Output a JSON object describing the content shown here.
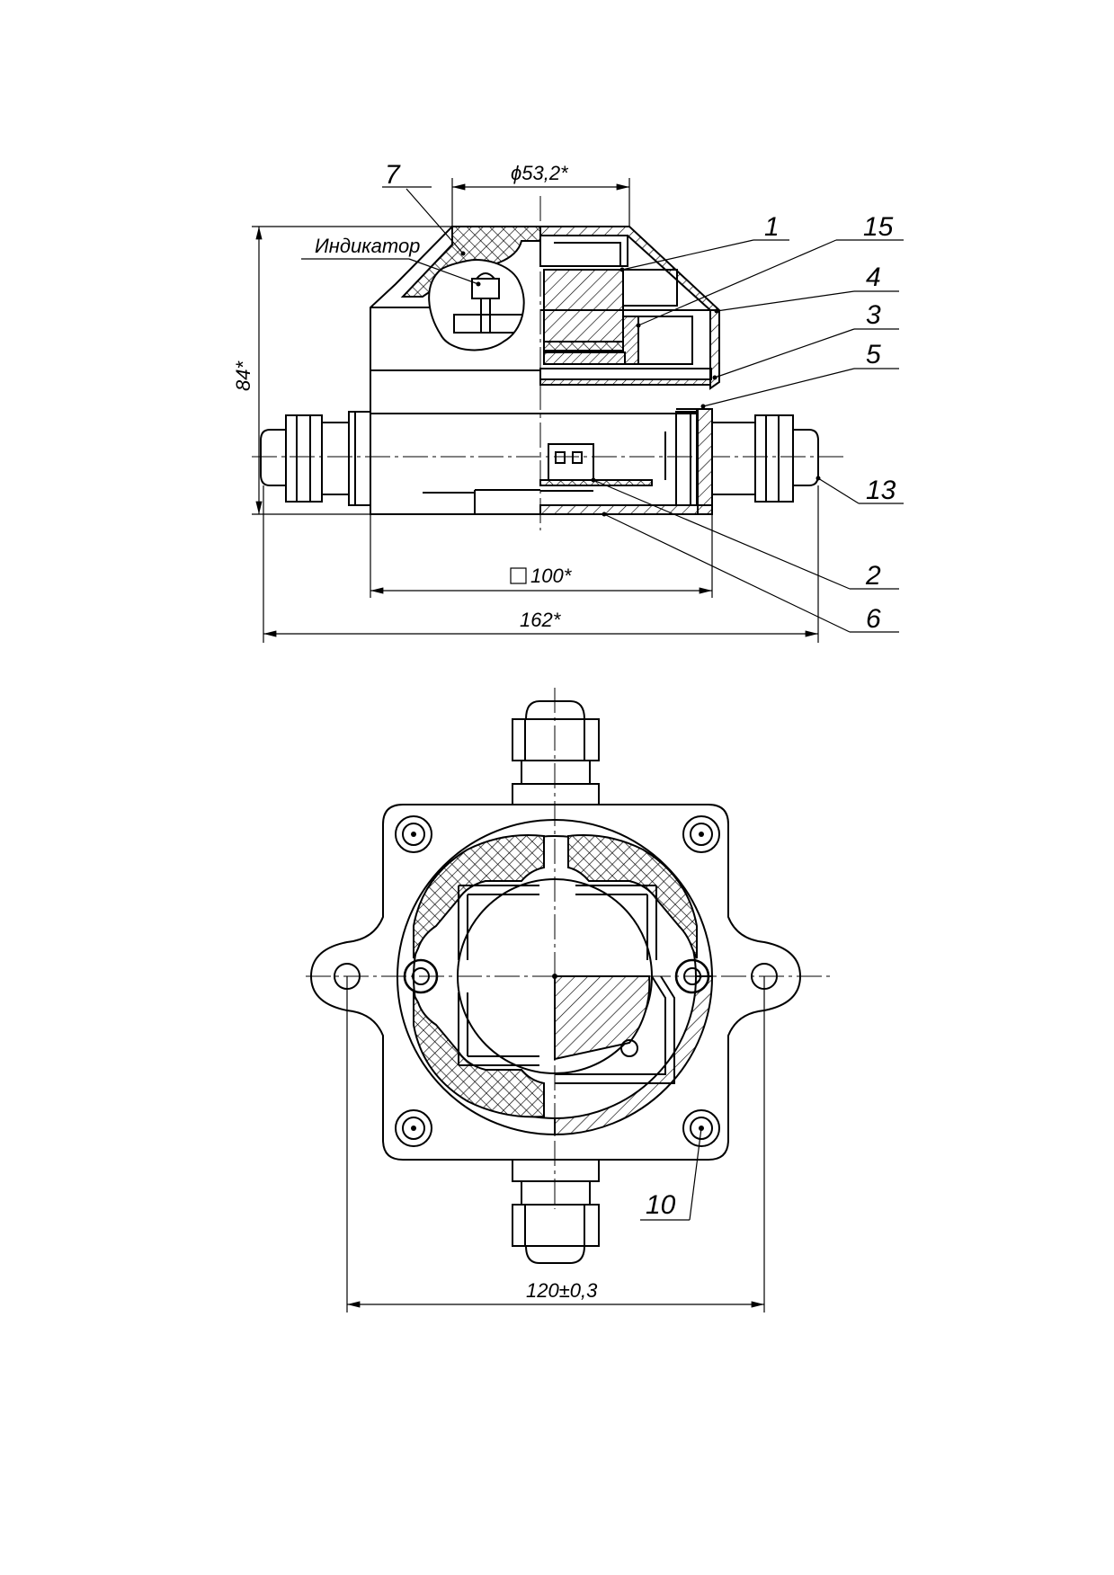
{
  "top_view": {
    "labels": {
      "l7": "7",
      "l1": "1",
      "l15": "15",
      "l4": "4",
      "l3": "3",
      "l5": "5",
      "l13": "13",
      "l2": "2",
      "l6": "6"
    },
    "indicator": "Индикатор",
    "dims": {
      "diameter": "ϕ53,2*",
      "height": "84*",
      "square": "100*",
      "width": "162*"
    }
  },
  "bottom_view": {
    "labels": {
      "l10": "10"
    },
    "dims": {
      "mount": "120±0,3"
    }
  }
}
